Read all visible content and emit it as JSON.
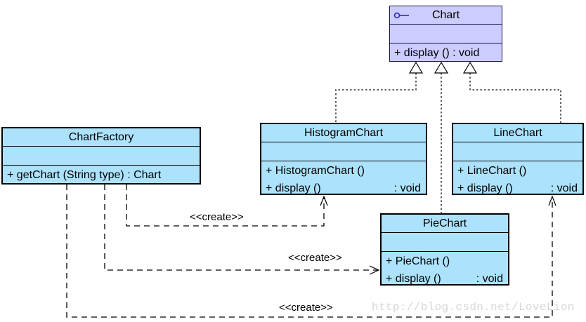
{
  "classes": {
    "chart": {
      "title": "Chart",
      "icon": "provided-interface-icon",
      "methods": [
        {
          "left": "+ display () : void",
          "right": ""
        }
      ],
      "fill": "#ccccff"
    },
    "chart_factory": {
      "title": "ChartFactory",
      "methods": [
        {
          "left": "+ getChart (String type) : Chart",
          "right": ""
        }
      ],
      "fill": "#ace2fc"
    },
    "histogram_chart": {
      "title": "HistogramChart",
      "methods": [
        {
          "left": "+ HistogramChart ()",
          "right": ""
        },
        {
          "left": "+ display ()",
          "right": ": void"
        }
      ],
      "fill": "#ace2fc"
    },
    "line_chart": {
      "title": "LineChart",
      "methods": [
        {
          "left": "+ LineChart ()",
          "right": ""
        },
        {
          "left": "+ display ()",
          "right": ": void"
        }
      ],
      "fill": "#ace2fc"
    },
    "pie_chart": {
      "title": "PieChart",
      "methods": [
        {
          "left": "+ PieChart ()",
          "right": ""
        },
        {
          "left": "+ display ()",
          "right": ": void"
        }
      ],
      "fill": "#ace2fc"
    }
  },
  "relationships": [
    {
      "from": "HistogramChart",
      "to": "Chart",
      "type": "realization"
    },
    {
      "from": "PieChart",
      "to": "Chart",
      "type": "realization"
    },
    {
      "from": "LineChart",
      "to": "Chart",
      "type": "realization"
    },
    {
      "from": "ChartFactory",
      "to": "HistogramChart",
      "type": "dependency",
      "stereotype": "<<create>>"
    },
    {
      "from": "ChartFactory",
      "to": "PieChart",
      "type": "dependency",
      "stereotype": "<<create>>"
    },
    {
      "from": "ChartFactory",
      "to": "LineChart",
      "type": "dependency",
      "stereotype": "<<create>>"
    }
  ],
  "watermark": {
    "text": "http://blog.csdn.net/LoveLion",
    "color": "#d6d6d6"
  }
}
